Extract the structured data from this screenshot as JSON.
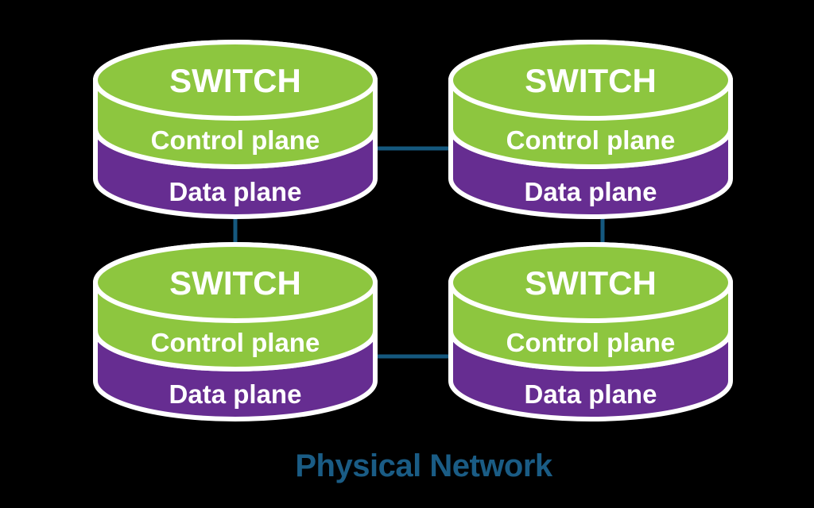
{
  "title": "Physical Network",
  "colors": {
    "background": "#000000",
    "green": "#8DC63F",
    "purple": "#662D91",
    "outline": "#FFFFFF",
    "connector": "#15587E",
    "label_text": "#FFFFFF",
    "title_text": "#1A5C85"
  },
  "switches": [
    {
      "id": "top-left",
      "title": "SWITCH",
      "control_label": "Control plane",
      "data_label": "Data plane"
    },
    {
      "id": "top-right",
      "title": "SWITCH",
      "control_label": "Control plane",
      "data_label": "Data plane"
    },
    {
      "id": "bottom-left",
      "title": "SWITCH",
      "control_label": "Control plane",
      "data_label": "Data plane"
    },
    {
      "id": "bottom-right",
      "title": "SWITCH",
      "control_label": "Control plane",
      "data_label": "Data plane"
    }
  ],
  "connections": [
    {
      "from": "top-left",
      "to": "top-right"
    },
    {
      "from": "bottom-left",
      "to": "bottom-right"
    },
    {
      "from": "top-left",
      "to": "bottom-left"
    },
    {
      "from": "top-right",
      "to": "bottom-right"
    }
  ]
}
